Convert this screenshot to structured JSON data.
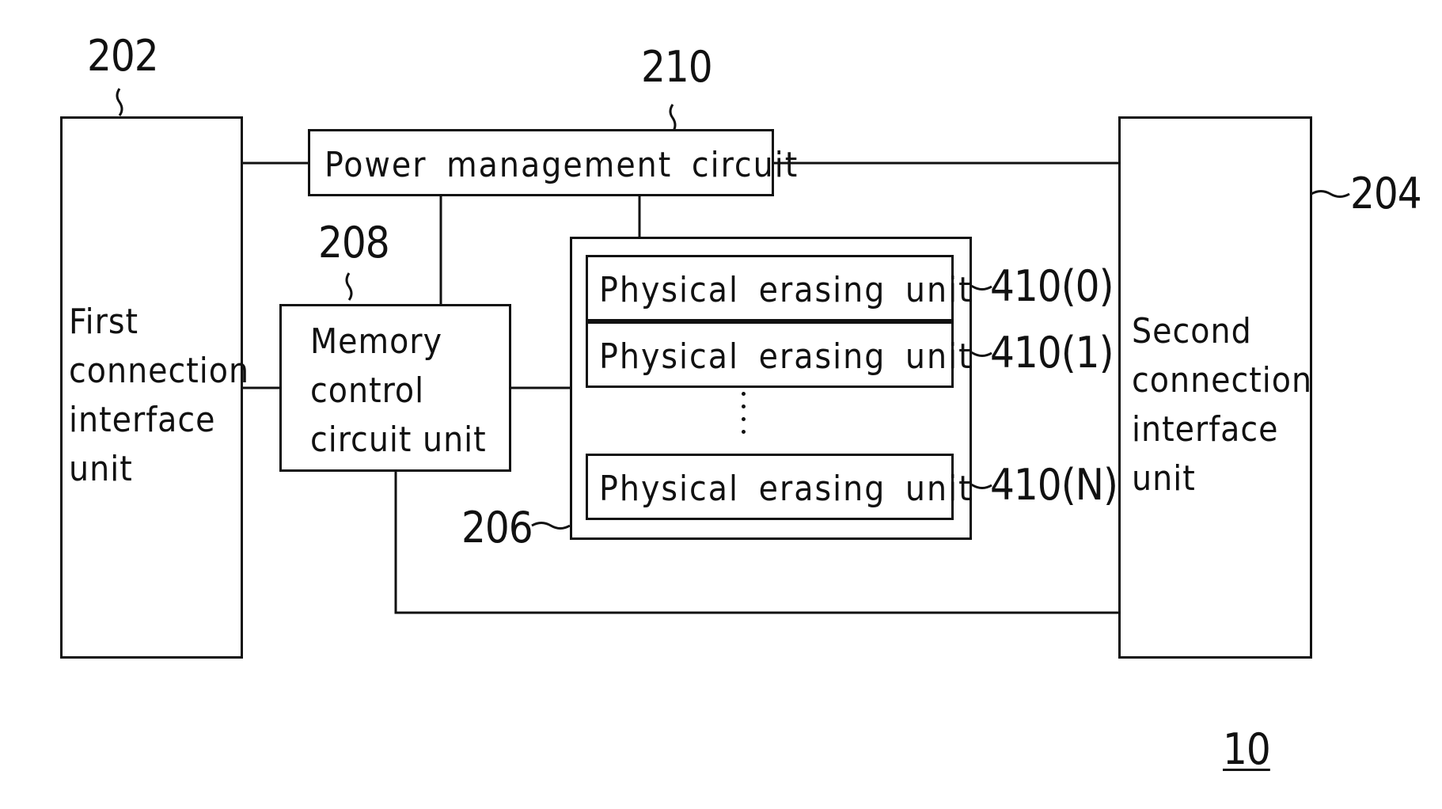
{
  "first_interface": {
    "ref": "202",
    "label": "First\nconnection\ninterface\nunit"
  },
  "second_interface": {
    "ref": "204",
    "label": "Second\nconnection\ninterface\nunit"
  },
  "power_management": {
    "ref": "210",
    "label": "Power management circuit"
  },
  "memory_control": {
    "ref": "208",
    "label": "Memory\ncontrol\ncircuit unit"
  },
  "rewritable_memory": {
    "ref": "206",
    "units": [
      {
        "label": "Physical erasing unit",
        "ref": "410(0)"
      },
      {
        "label": "Physical erasing unit",
        "ref": "410(1)"
      },
      {
        "label": "Physical erasing unit",
        "ref": "410(N)"
      }
    ]
  },
  "figure_ref": "10"
}
